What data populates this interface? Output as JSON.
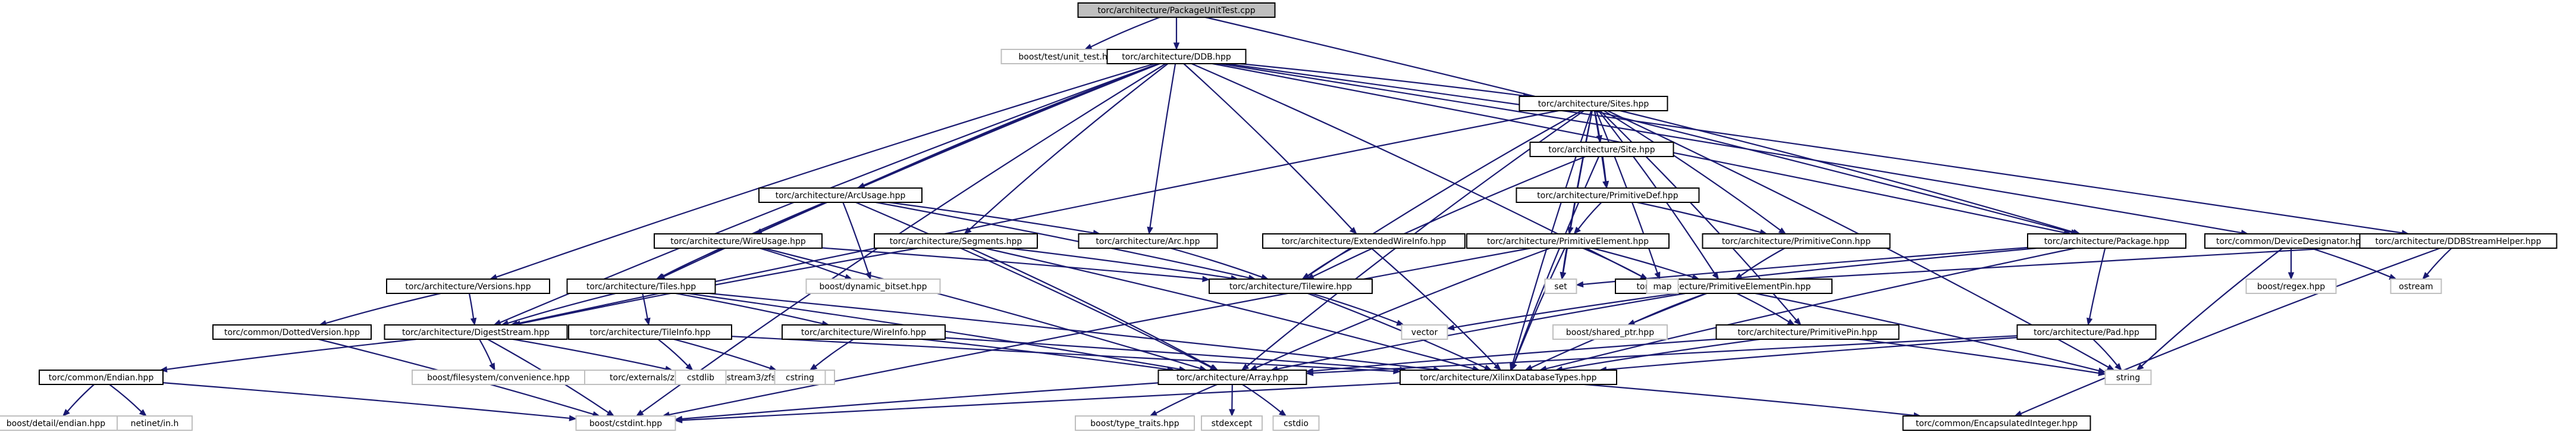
{
  "graph": {
    "nodes": [
      {
        "id": "put",
        "label": "torc/architecture/PackageUnitTest.cpp",
        "kind": "root"
      },
      {
        "id": "ut",
        "label": "boost/test/unit_test.hpp",
        "kind": "external"
      },
      {
        "id": "ddb",
        "label": "torc/architecture/DDB.hpp",
        "kind": "internal"
      },
      {
        "id": "sites",
        "label": "torc/architecture/Sites.hpp",
        "kind": "internal"
      },
      {
        "id": "ver",
        "label": "torc/architecture/Versions.hpp",
        "kind": "internal"
      },
      {
        "id": "dv",
        "label": "torc/common/DottedVersion.hpp",
        "kind": "internal"
      },
      {
        "id": "ds",
        "label": "torc/architecture/DigestStream.hpp",
        "kind": "internal"
      },
      {
        "id": "endian",
        "label": "torc/common/Endian.hpp",
        "kind": "internal"
      },
      {
        "id": "bde",
        "label": "boost/detail/endian.hpp",
        "kind": "external"
      },
      {
        "id": "netinet",
        "label": "netinet/in.h",
        "kind": "external"
      },
      {
        "id": "cstdint",
        "label": "boost/cstdint.hpp",
        "kind": "external"
      },
      {
        "id": "zfs",
        "label": "torc/externals/zlib/contrib/iostream3/zfstream.h",
        "kind": "external"
      },
      {
        "id": "fsconv",
        "label": "boost/filesystem/convenience.hpp",
        "kind": "external"
      },
      {
        "id": "au",
        "label": "torc/architecture/ArcUsage.hpp",
        "kind": "internal"
      },
      {
        "id": "wu",
        "label": "torc/architecture/WireUsage.hpp",
        "kind": "internal"
      },
      {
        "id": "tiles",
        "label": "torc/architecture/Tiles.hpp",
        "kind": "internal"
      },
      {
        "id": "ti",
        "label": "torc/architecture/TileInfo.hpp",
        "kind": "internal"
      },
      {
        "id": "wi",
        "label": "torc/architecture/WireInfo.hpp",
        "kind": "internal"
      },
      {
        "id": "cstdlib",
        "label": "cstdlib",
        "kind": "external"
      },
      {
        "id": "cstring",
        "label": "cstring",
        "kind": "external"
      },
      {
        "id": "bds",
        "label": "boost/dynamic_bitset.hpp",
        "kind": "external"
      },
      {
        "id": "seg",
        "label": "torc/architecture/Segments.hpp",
        "kind": "internal"
      },
      {
        "id": "arc",
        "label": "torc/architecture/Arc.hpp",
        "kind": "internal"
      },
      {
        "id": "ewi",
        "label": "torc/architecture/ExtendedWireInfo.hpp",
        "kind": "internal"
      },
      {
        "id": "tw",
        "label": "torc/architecture/Tilewire.hpp",
        "kind": "internal"
      },
      {
        "id": "vector",
        "label": "vector",
        "kind": "external"
      },
      {
        "id": "array",
        "label": "torc/architecture/Array.hpp",
        "kind": "internal"
      },
      {
        "id": "btt",
        "label": "boost/type_traits.hpp",
        "kind": "external"
      },
      {
        "id": "stdexcept",
        "label": "stdexcept",
        "kind": "external"
      },
      {
        "id": "cstdio",
        "label": "cstdio",
        "kind": "external"
      },
      {
        "id": "xdt",
        "label": "torc/architecture/XilinxDatabaseTypes.hpp",
        "kind": "internal"
      },
      {
        "id": "ei",
        "label": "torc/common/EncapsulatedInteger.hpp",
        "kind": "internal"
      },
      {
        "id": "site",
        "label": "torc/architecture/Site.hpp",
        "kind": "internal"
      },
      {
        "id": "pdef",
        "label": "torc/architecture/PrimitiveDef.hpp",
        "kind": "internal"
      },
      {
        "id": "pe",
        "label": "torc/architecture/PrimitiveElement.hpp",
        "kind": "internal"
      },
      {
        "id": "pc",
        "label": "torc/architecture/PrimitiveConn.hpp",
        "kind": "internal"
      },
      {
        "id": "set",
        "label": "set",
        "kind": "external"
      },
      {
        "id": "pep",
        "label": "torc/architecture/PrimitiveElementPin.hpp",
        "kind": "internal"
      },
      {
        "id": "bsp",
        "label": "boost/shared_ptr.hpp",
        "kind": "external"
      },
      {
        "id": "pp",
        "label": "torc/architecture/PrimitivePin.hpp",
        "kind": "internal"
      },
      {
        "id": "pkg",
        "label": "torc/architecture/Package.hpp",
        "kind": "internal"
      },
      {
        "id": "map",
        "label": "map",
        "kind": "external"
      },
      {
        "id": "pad",
        "label": "torc/architecture/Pad.hpp",
        "kind": "internal"
      },
      {
        "id": "string",
        "label": "string",
        "kind": "external"
      },
      {
        "id": "dd",
        "label": "torc/common/DeviceDesignator.hpp",
        "kind": "internal"
      },
      {
        "id": "regex",
        "label": "boost/regex.hpp",
        "kind": "external"
      },
      {
        "id": "ostream",
        "label": "ostream",
        "kind": "external"
      },
      {
        "id": "ddbsh",
        "label": "torc/architecture/DDBStreamHelper.hpp",
        "kind": "internal"
      }
    ],
    "edges": [
      [
        "put",
        "ut"
      ],
      [
        "put",
        "ddb"
      ],
      [
        "put",
        "pkg"
      ],
      [
        "ddb",
        "sites"
      ],
      [
        "ddb",
        "ver"
      ],
      [
        "ddb",
        "ds"
      ],
      [
        "ddb",
        "au"
      ],
      [
        "ddb",
        "wu"
      ],
      [
        "ddb",
        "tiles"
      ],
      [
        "ddb",
        "seg"
      ],
      [
        "ddb",
        "arc"
      ],
      [
        "ddb",
        "ewi"
      ],
      [
        "ddb",
        "pkg"
      ],
      [
        "ddb",
        "dd"
      ],
      [
        "ddb",
        "ddbsh"
      ],
      [
        "ddb",
        "cstdint"
      ],
      [
        "ddb",
        "map"
      ],
      [
        "sites",
        "ds"
      ],
      [
        "sites",
        "array"
      ],
      [
        "sites",
        "site"
      ],
      [
        "sites",
        "pdef"
      ],
      [
        "sites",
        "pe"
      ],
      [
        "sites",
        "pc"
      ],
      [
        "sites",
        "pep"
      ],
      [
        "sites",
        "pp"
      ],
      [
        "sites",
        "xdt"
      ],
      [
        "sites",
        "string"
      ],
      [
        "sites",
        "map"
      ],
      [
        "sites",
        "set"
      ],
      [
        "sites",
        "tw"
      ],
      [
        "sites",
        "pkg"
      ],
      [
        "ver",
        "ds"
      ],
      [
        "ver",
        "dv"
      ],
      [
        "dv",
        "cstdint"
      ],
      [
        "ds",
        "endian"
      ],
      [
        "ds",
        "cstdint"
      ],
      [
        "ds",
        "zfs"
      ],
      [
        "ds",
        "fsconv"
      ],
      [
        "endian",
        "bde"
      ],
      [
        "endian",
        "netinet"
      ],
      [
        "endian",
        "cstdint"
      ],
      [
        "au",
        "tiles"
      ],
      [
        "au",
        "arc"
      ],
      [
        "au",
        "tw"
      ],
      [
        "au",
        "bds"
      ],
      [
        "au",
        "array"
      ],
      [
        "wu",
        "tiles"
      ],
      [
        "wu",
        "tw"
      ],
      [
        "wu",
        "bds"
      ],
      [
        "wu",
        "array"
      ],
      [
        "tiles",
        "ti"
      ],
      [
        "tiles",
        "wi"
      ],
      [
        "tiles",
        "array"
      ],
      [
        "tiles",
        "ds"
      ],
      [
        "tiles",
        "xdt"
      ],
      [
        "ti",
        "xdt"
      ],
      [
        "ti",
        "cstdlib"
      ],
      [
        "ti",
        "cstring"
      ],
      [
        "wi",
        "xdt"
      ],
      [
        "wi",
        "cstring"
      ],
      [
        "wi",
        "array"
      ],
      [
        "seg",
        "tw"
      ],
      [
        "seg",
        "array"
      ],
      [
        "seg",
        "xdt"
      ],
      [
        "seg",
        "ds"
      ],
      [
        "arc",
        "tw"
      ],
      [
        "ewi",
        "tw"
      ],
      [
        "ewi",
        "xdt"
      ],
      [
        "tw",
        "xdt"
      ],
      [
        "tw",
        "vector"
      ],
      [
        "array",
        "btt"
      ],
      [
        "array",
        "stdexcept"
      ],
      [
        "array",
        "cstdio"
      ],
      [
        "array",
        "cstdint"
      ],
      [
        "xdt",
        "ei"
      ],
      [
        "xdt",
        "cstdint"
      ],
      [
        "site",
        "pdef"
      ],
      [
        "site",
        "tw"
      ],
      [
        "site",
        "xdt"
      ],
      [
        "pdef",
        "pe"
      ],
      [
        "pdef",
        "pc"
      ],
      [
        "pe",
        "pep"
      ],
      [
        "pe",
        "array"
      ],
      [
        "pe",
        "xdt"
      ],
      [
        "pe",
        "set"
      ],
      [
        "pe",
        "map"
      ],
      [
        "pe",
        "cstdint"
      ],
      [
        "pc",
        "pep"
      ],
      [
        "pep",
        "pp"
      ],
      [
        "pep",
        "xdt"
      ],
      [
        "pep",
        "array"
      ],
      [
        "pep",
        "bsp"
      ],
      [
        "pep",
        "string"
      ],
      [
        "pep",
        "vector"
      ],
      [
        "pp",
        "xdt"
      ],
      [
        "pp",
        "array"
      ],
      [
        "pp",
        "string"
      ],
      [
        "pkg",
        "pad"
      ],
      [
        "pkg",
        "map"
      ],
      [
        "pkg",
        "set"
      ],
      [
        "pkg",
        "xdt"
      ],
      [
        "pad",
        "xdt"
      ],
      [
        "pad",
        "string"
      ],
      [
        "pad",
        "array"
      ],
      [
        "dd",
        "regex"
      ],
      [
        "dd",
        "string"
      ],
      [
        "dd",
        "ostream"
      ],
      [
        "ddbsh",
        "ostream"
      ],
      [
        "ddbsh",
        "ei"
      ],
      [
        "ddbsh",
        "map"
      ]
    ]
  }
}
